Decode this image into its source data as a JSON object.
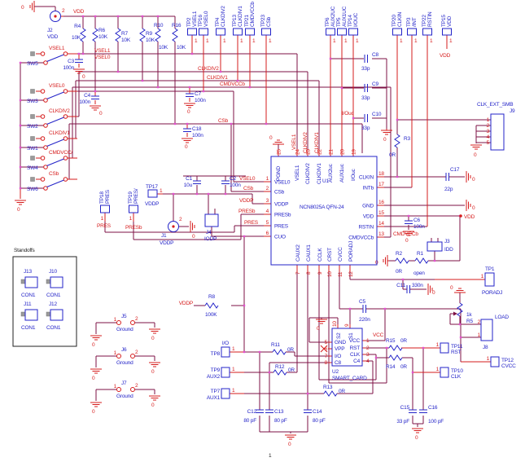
{
  "page": {
    "footer": "1"
  },
  "labels": {
    "zero": "0",
    "one": "1",
    "two": "2"
  },
  "nets": {
    "vdd": "VDD",
    "vddp": "VDDP",
    "vcc": "VCC",
    "vsel1": "VSEL1",
    "vsel0": "VSEL0",
    "clkdiv2": "CLKDIV2",
    "clkdiv1": "CLKDIV1",
    "cmdvccb": "CMDVCCb",
    "csb": "CSb",
    "iouc": "I/Ouc",
    "pres": "PRES",
    "presb": "PRESb"
  },
  "switches": [
    {
      "ref": "SW5",
      "net": "VSEL1"
    },
    {
      "ref": "SW3",
      "net": "VSEL0"
    },
    {
      "ref": "SW2",
      "net": "CLKDIV2"
    },
    {
      "ref": "SW1",
      "net": "CLKDIV1"
    },
    {
      "ref": "SW4",
      "net": "CMDVCC/"
    },
    {
      "ref": "SW6",
      "net": "CSb"
    }
  ],
  "pullups": [
    {
      "ref": "R4",
      "val": "10K"
    },
    {
      "ref": "R6",
      "val": "10K"
    },
    {
      "ref": "R7",
      "val": "10K"
    },
    {
      "ref": "R9",
      "val": "10K"
    },
    {
      "ref": "R10",
      "val": "10K"
    },
    {
      "ref": "R16",
      "val": "10K"
    }
  ],
  "tps_top": [
    {
      "ref": "TP2",
      "net": "VSEL1"
    },
    {
      "ref": "TP16",
      "net": "VSEL0"
    },
    {
      "ref": "TP4",
      "net": "CLKDIV2"
    },
    {
      "ref": "TP13",
      "net": "CLKDIV1"
    },
    {
      "ref": "TP21",
      "net": "CMDVCCb"
    },
    {
      "ref": "TP23",
      "net": "CSb"
    }
  ],
  "tps_right": [
    {
      "ref": "TP6",
      "net": "AUX2UC"
    },
    {
      "ref": "TP5",
      "net": "AUX1UC"
    },
    {
      "ref": "TP14",
      "net": "I/OUC"
    },
    {
      "ref": "TP20",
      "net": "CLKIN"
    },
    {
      "ref": "TP3",
      "net": "/INT"
    },
    {
      "ref": "TP22",
      "net": "RSTIN"
    },
    {
      "ref": "TP15",
      "net": "VDD"
    }
  ],
  "tps_mid": [
    {
      "ref": "TP18",
      "net": "PRES"
    },
    {
      "ref": "TP19",
      "net": "PRES/"
    },
    {
      "ref": "TP17",
      "net": "VDDP"
    }
  ],
  "tps_card": [
    {
      "ref": "TP8",
      "net": "I/O"
    },
    {
      "ref": "TP9",
      "net": "AUX2"
    },
    {
      "ref": "TP7",
      "net": "AUX1"
    }
  ],
  "tps_out": [
    {
      "ref": "TP1",
      "net": "PORADJ"
    },
    {
      "ref": "TP11",
      "net": "RST"
    },
    {
      "ref": "TP10",
      "net": "CLK"
    },
    {
      "ref": "TP12",
      "net": "CVCC"
    }
  ],
  "caps": {
    "c1": {
      "ref": "C1",
      "val": "10u"
    },
    "c2": {
      "ref": "C2",
      "val": "100n"
    },
    "c3": {
      "ref": "C3",
      "val": "100n"
    },
    "c4": {
      "ref": "C4",
      "val": "100n"
    },
    "c5": {
      "ref": "C5",
      "val": "220n"
    },
    "c6": {
      "ref": "C6",
      "val": "100n"
    },
    "c7": {
      "ref": "C7",
      "val": "100n"
    },
    "c8": {
      "ref": "C8",
      "val": "33p"
    },
    "c9": {
      "ref": "C9",
      "val": "33p"
    },
    "c10": {
      "ref": "C10",
      "val": "33p"
    },
    "c11": {
      "ref": "C11",
      "val": "330n"
    },
    "c12": {
      "ref": "C12",
      "val": "80 pF"
    },
    "c13": {
      "ref": "C13",
      "val": "80 pF"
    },
    "c14": {
      "ref": "C14",
      "val": "80 pF"
    },
    "c15": {
      "ref": "C15",
      "val": "33 pF"
    },
    "c16": {
      "ref": "C16",
      "val": "100 pF"
    },
    "c17": {
      "ref": "C17",
      "val": "22p"
    },
    "c18": {
      "ref": "C18",
      "val": "100n"
    }
  },
  "res": {
    "r1": {
      "ref": "R1",
      "val": "open"
    },
    "r2": {
      "ref": "R2",
      "val": "0R"
    },
    "r3": {
      "ref": "R3",
      "val": "0R"
    },
    "r5": {
      "ref": "R5",
      "val": "1k"
    },
    "r8": {
      "ref": "R8",
      "val": "100K"
    },
    "r11": {
      "ref": "R11",
      "val": "0R"
    },
    "r12": {
      "ref": "R12",
      "val": "0R"
    },
    "r13": {
      "ref": "R13",
      "val": "0R"
    },
    "r14": {
      "ref": "R14",
      "val": "0R"
    },
    "r15": {
      "ref": "R15",
      "val": "0R"
    }
  },
  "u1": {
    "ref": "U1",
    "part": "NCN8025A QFN-24",
    "left": [
      {
        "num": "1",
        "name": "VSEL0"
      },
      {
        "num": "2",
        "name": "CSb"
      },
      {
        "num": "3",
        "name": "VDDP"
      },
      {
        "num": "4",
        "name": "PRESb"
      },
      {
        "num": "5",
        "name": "PRES"
      },
      {
        "num": "6",
        "name": "CUO"
      }
    ],
    "top": [
      {
        "num": "25",
        "name": "PGND"
      },
      {
        "num": "24",
        "name": "VSEL1"
      },
      {
        "num": "23",
        "name": "CLKDIV2"
      },
      {
        "num": "22",
        "name": "CLKDIV1"
      },
      {
        "num": "21",
        "name": "AUX2uc"
      },
      {
        "num": "20",
        "name": "AUX1uc"
      },
      {
        "num": "19",
        "name": "I/Ouc"
      }
    ],
    "right": [
      {
        "num": "18",
        "name": "CLKIN"
      },
      {
        "num": "17",
        "name": "INTb"
      },
      {
        "num": "16",
        "name": "GND"
      },
      {
        "num": "15",
        "name": "VDD"
      },
      {
        "num": "14",
        "name": "RSTIN"
      },
      {
        "num": "13",
        "name": "CMDVCCb"
      }
    ],
    "bottom": [
      {
        "num": "7",
        "name": "CAUX2"
      },
      {
        "num": "8",
        "name": "CAUX1"
      },
      {
        "num": "9",
        "name": "CCLK"
      },
      {
        "num": "10",
        "name": "CRST"
      },
      {
        "num": "11",
        "name": "CVCC"
      },
      {
        "num": "12",
        "name": "PORADJ"
      }
    ]
  },
  "u2": {
    "ref": "U2",
    "part": "SMART_CARD",
    "left": [
      {
        "num": "5",
        "name": "GND"
      },
      {
        "num": "6",
        "name": "VPP"
      },
      {
        "num": "7",
        "name": "I/O"
      },
      {
        "num": "8",
        "name": "C8"
      }
    ],
    "right": [
      {
        "num": "1",
        "name": "VCC"
      },
      {
        "num": "2",
        "name": "RST"
      },
      {
        "num": "3",
        "name": "CLK"
      },
      {
        "num": "4",
        "name": "C4"
      }
    ],
    "top": [
      {
        "num": "10",
        "name": "S2"
      },
      {
        "num": "9",
        "name": "S1"
      }
    ]
  },
  "j1": {
    "ref": "J1",
    "name": "VDDP",
    "pin": "2"
  },
  "j2": {
    "ref": "J2",
    "name": "VDD",
    "pin": "2"
  },
  "j3": {
    "ref": "J3",
    "name": "IDD"
  },
  "j4": {
    "ref": "J4",
    "name": "IODP"
  },
  "j8": {
    "ref": "J8",
    "name": "LOAD",
    "pin_top": "2",
    "pin_bot": "1"
  },
  "j9": {
    "ref": "J9",
    "name": "CLK_EXT_SMB",
    "pins": [
      "1",
      "2",
      "3",
      "4",
      "5"
    ]
  },
  "standoffs": {
    "title": "Standoffs",
    "items": [
      {
        "ref": "J13",
        "val": "CON1"
      },
      {
        "ref": "J10",
        "val": "CON1"
      },
      {
        "ref": "J11",
        "val": "CON1"
      },
      {
        "ref": "J12",
        "val": "CON1"
      }
    ]
  },
  "gnd_jumpers": [
    {
      "ref": "J5",
      "name": "Ground",
      "p1": "1",
      "p2": "2"
    },
    {
      "ref": "J6",
      "name": "Ground",
      "p1": "1",
      "p2": "2"
    },
    {
      "ref": "J7",
      "name": "Ground",
      "p1": "1",
      "p2": "2"
    }
  ]
}
